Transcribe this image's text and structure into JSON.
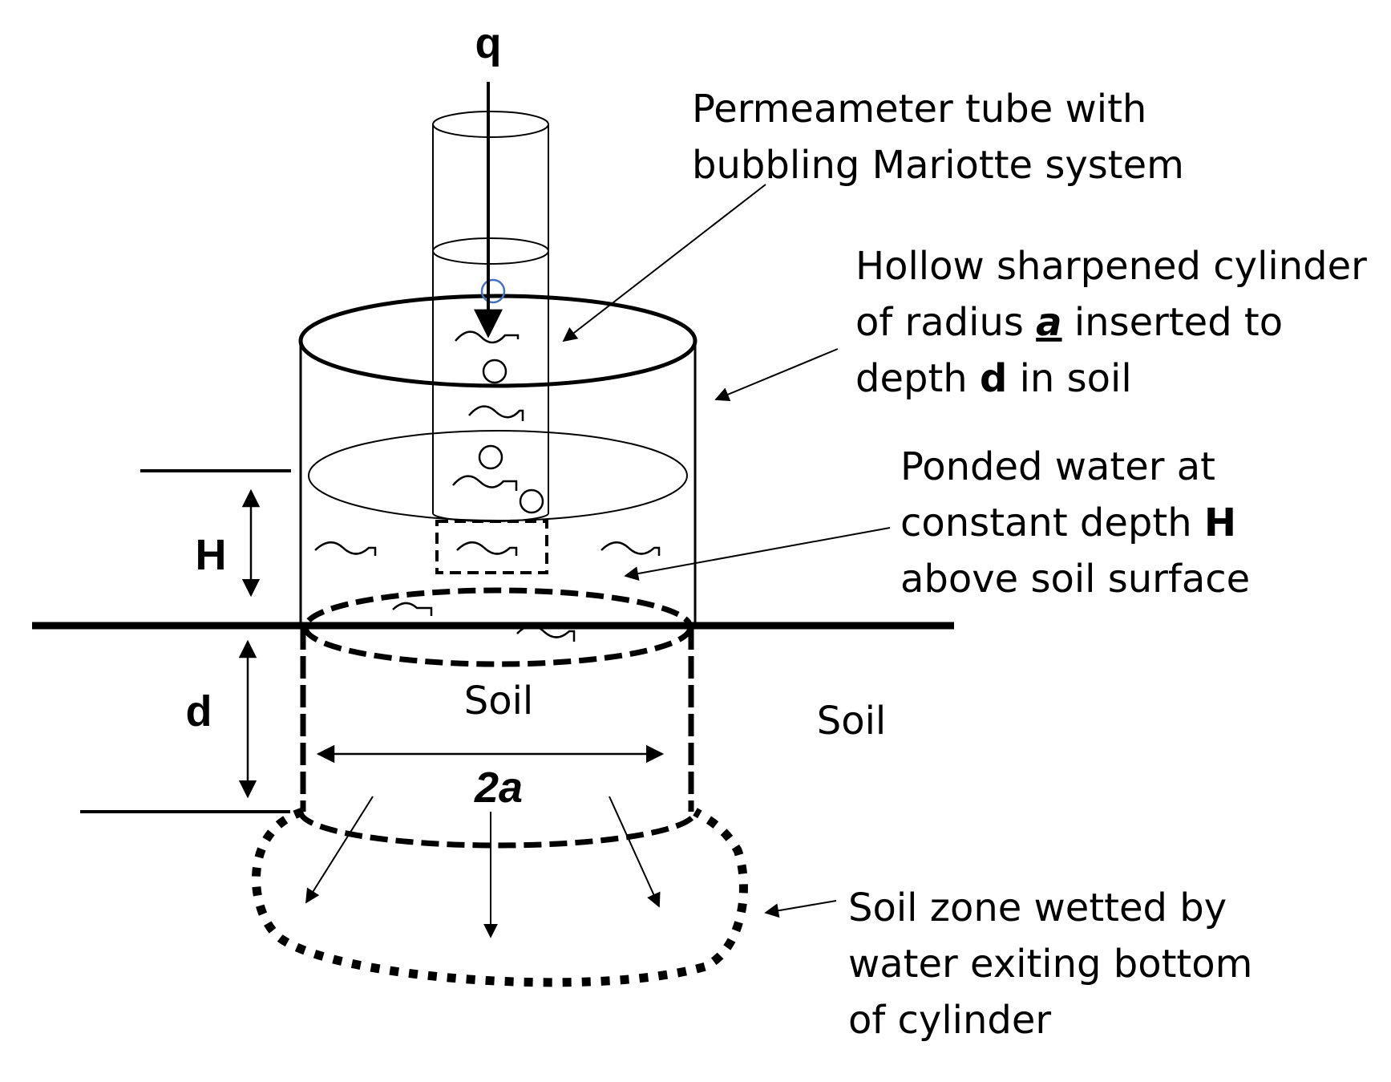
{
  "symbols": {
    "flow": "q",
    "head": "H",
    "depth": "d",
    "diameter": "2a"
  },
  "labels": {
    "tube": {
      "line1": "Permeameter tube with",
      "line2": "bubbling Mariotte system"
    },
    "cylinder": {
      "line1": "Hollow sharpened cylinder",
      "line2_pre": "of radius ",
      "line2_sym": "a",
      "line2_post": " inserted to",
      "line3_pre": "depth ",
      "line3_sym": "d",
      "line3_post": " in soil"
    },
    "ponded": {
      "line1": "Ponded water at",
      "line2_pre": "constant depth ",
      "line2_sym": "H",
      "line3": "above soil surface"
    },
    "soil_inside": "Soil",
    "soil_outside": "Soil",
    "wetted": {
      "line1": "Soil zone wetted by",
      "line2": "water exiting bottom",
      "line3": "of cylinder"
    }
  },
  "colors": {
    "line": "#000000",
    "bubble_accent": "#4472c4",
    "background": "#ffffff"
  }
}
